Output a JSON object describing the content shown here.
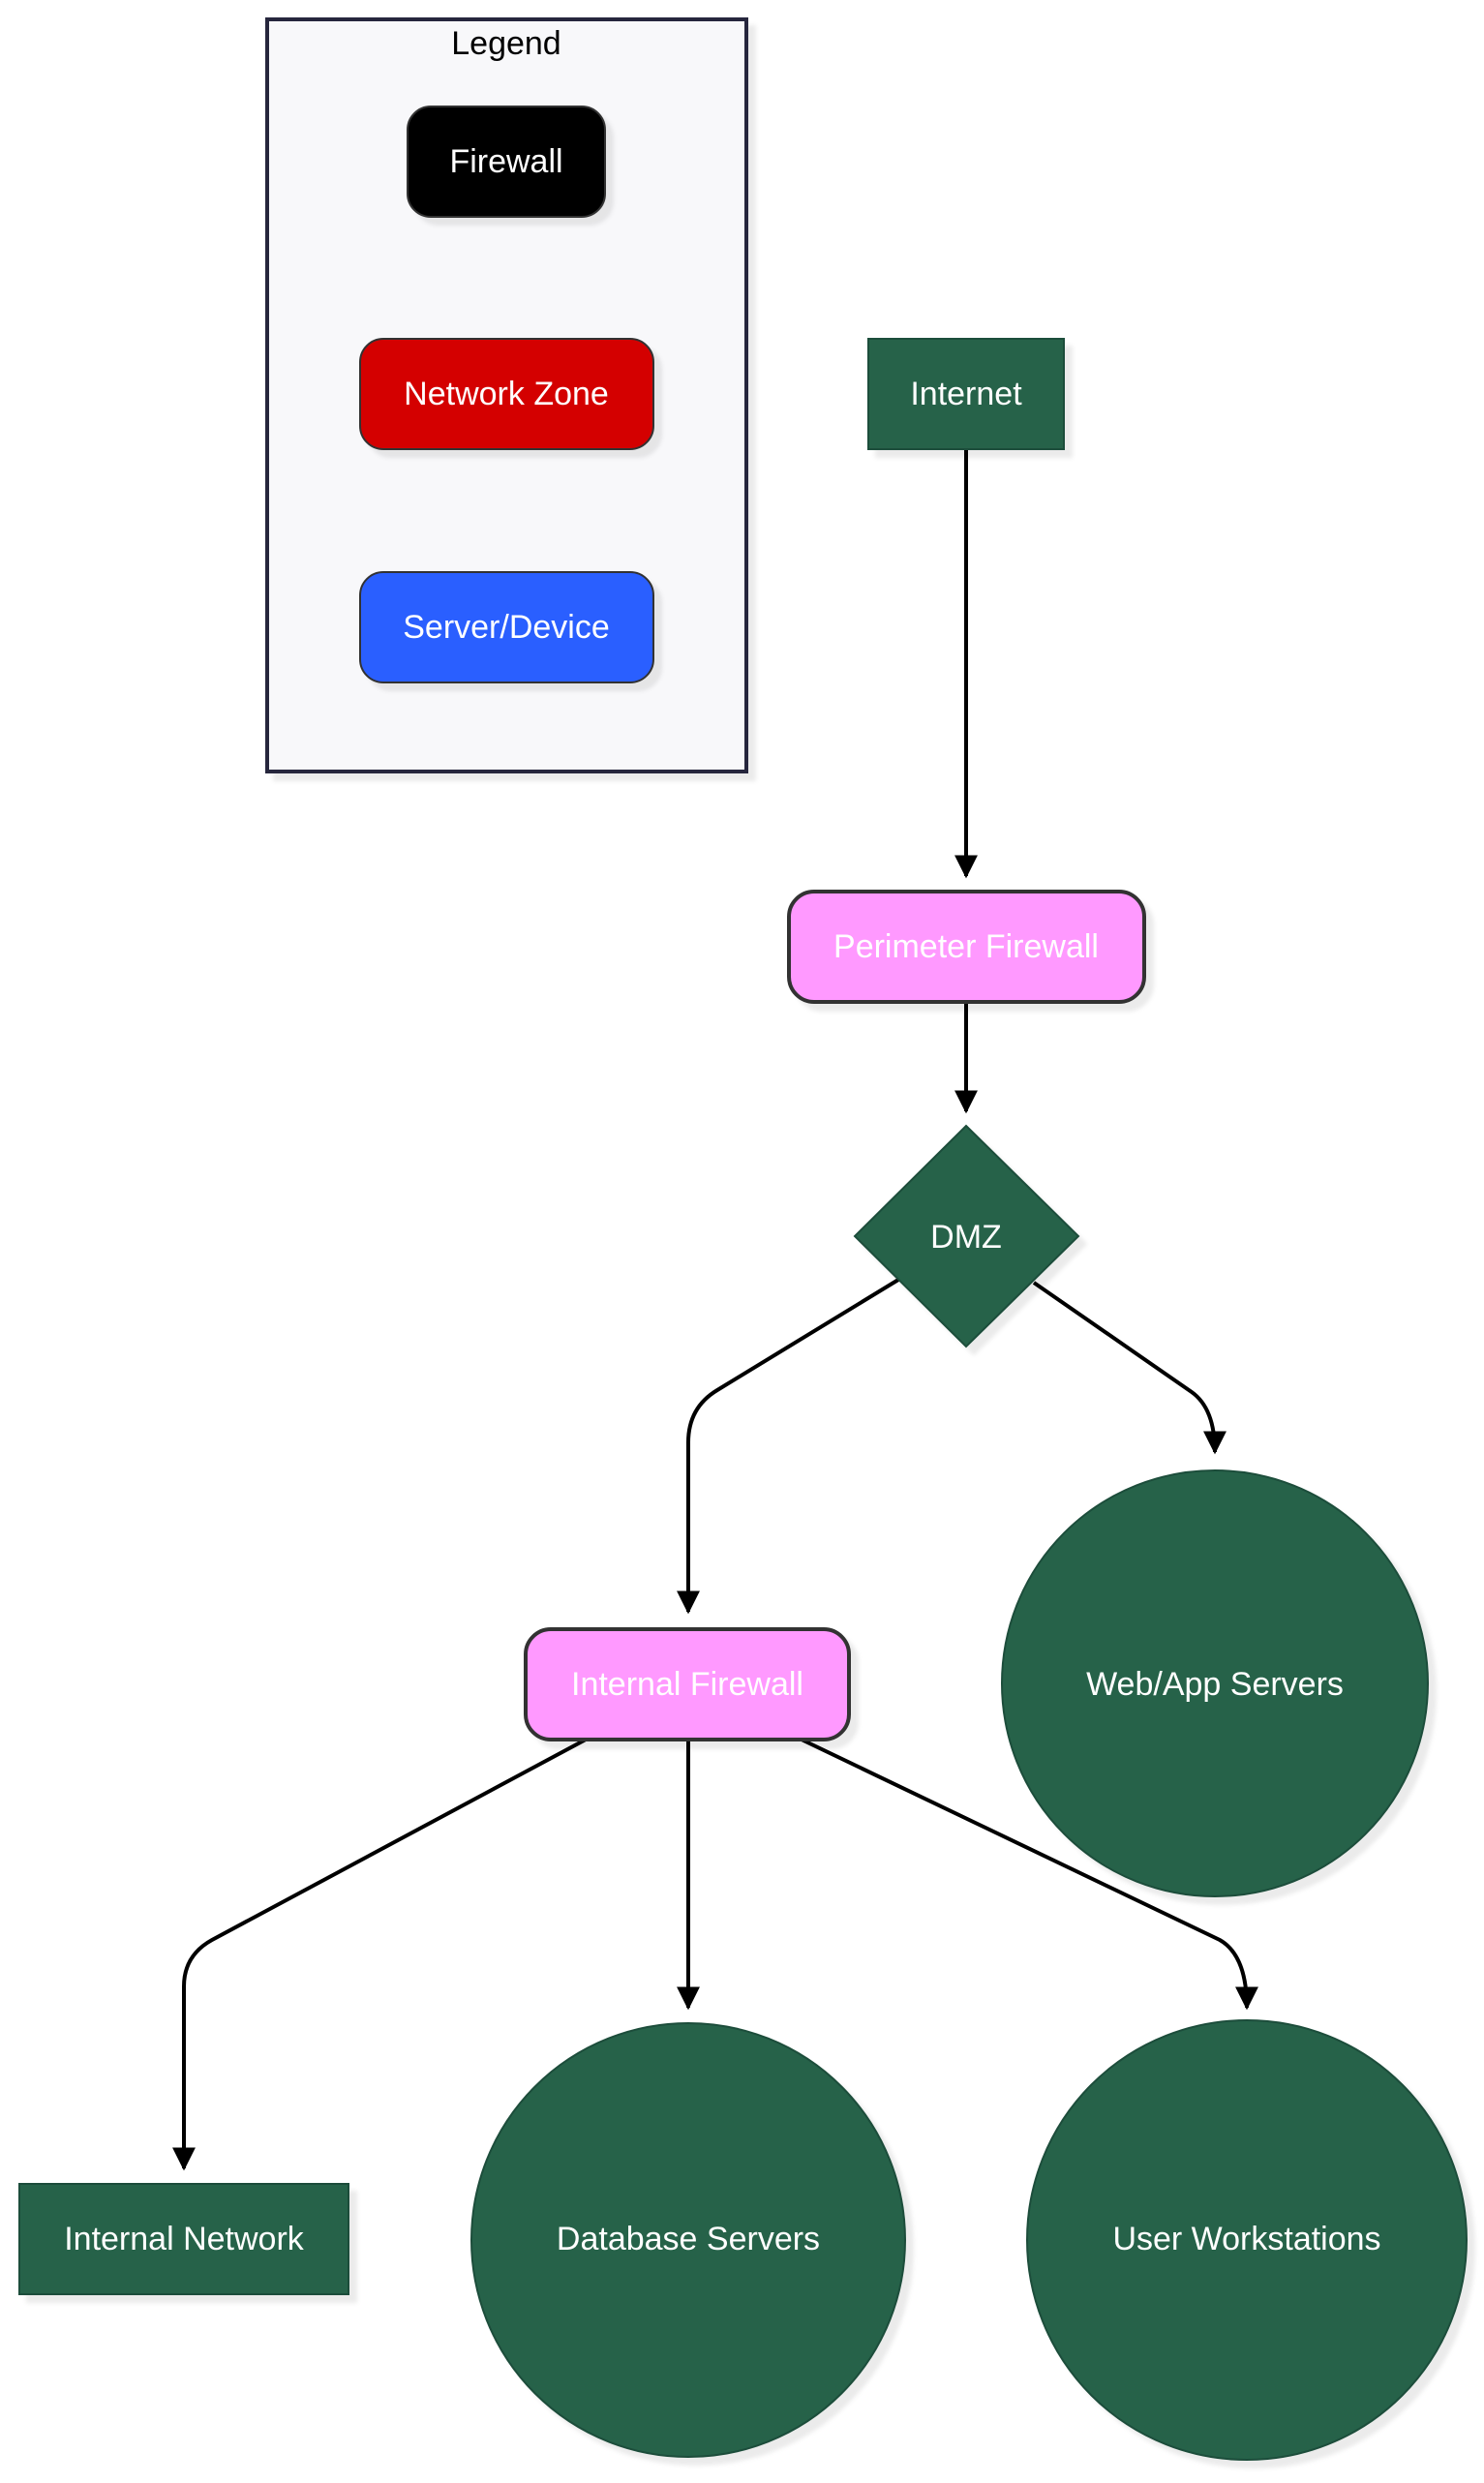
{
  "legend": {
    "title": "Legend",
    "items": [
      {
        "label": "Firewall",
        "fill": "#000000",
        "text_color": "#ffffff"
      },
      {
        "label": "Network Zone",
        "fill": "#d40000",
        "text_color": "#ffffff"
      },
      {
        "label": "Server/Device",
        "fill": "#2a5fff",
        "text_color": "#ffffff"
      }
    ]
  },
  "nodes": {
    "internet": {
      "label": "Internet",
      "shape": "rectangle"
    },
    "perimeter_firewall": {
      "label": "Perimeter Firewall",
      "shape": "rounded-rectangle"
    },
    "dmz": {
      "label": "DMZ",
      "shape": "diamond"
    },
    "internal_firewall": {
      "label": "Internal Firewall",
      "shape": "rounded-rectangle"
    },
    "web_app_servers": {
      "label": "Web/App Servers",
      "shape": "circle"
    },
    "internal_network": {
      "label": "Internal Network",
      "shape": "rectangle"
    },
    "database_servers": {
      "label": "Database Servers",
      "shape": "circle"
    },
    "user_workstations": {
      "label": "User Workstations",
      "shape": "circle"
    }
  },
  "edges": [
    {
      "from": "Internet",
      "to": "Perimeter Firewall"
    },
    {
      "from": "Perimeter Firewall",
      "to": "DMZ"
    },
    {
      "from": "DMZ",
      "to": "Internal Firewall"
    },
    {
      "from": "DMZ",
      "to": "Web/App Servers"
    },
    {
      "from": "Internal Firewall",
      "to": "Internal Network"
    },
    {
      "from": "Internal Firewall",
      "to": "Database Servers"
    },
    {
      "from": "Internal Firewall",
      "to": "User Workstations"
    }
  ],
  "colors": {
    "node_green": "#25624a",
    "firewall_pink": "#ff99ff",
    "legend_bg": "#f8f8fa",
    "legend_border": "#27253d",
    "edge": "#000000"
  }
}
